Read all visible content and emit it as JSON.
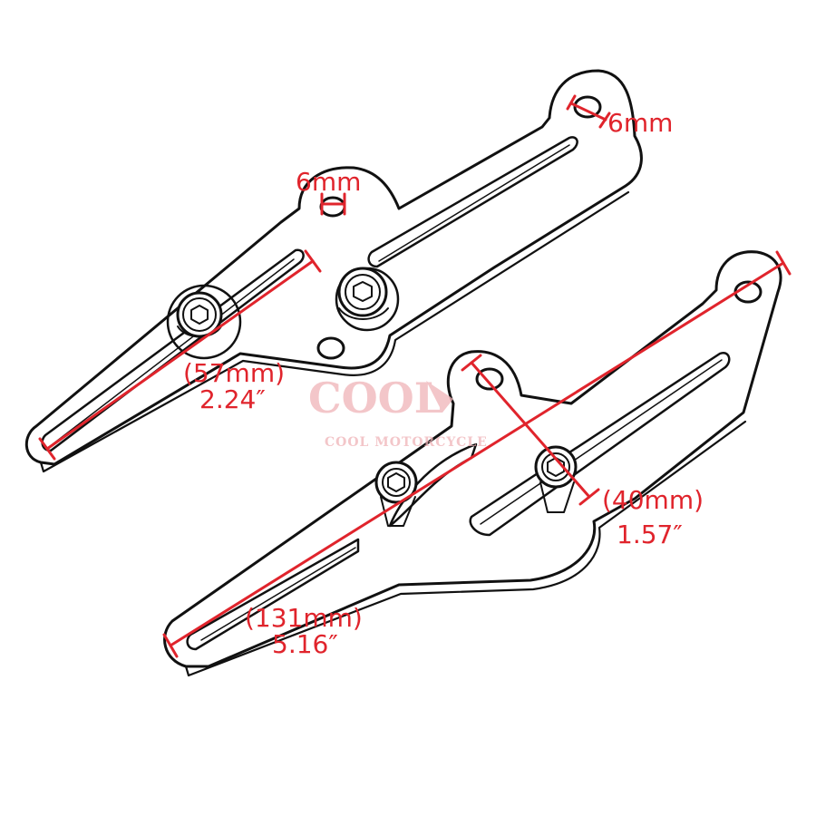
{
  "colors": {
    "dimension": "#e0242c",
    "outline": "#111111",
    "watermark": "#f0b3b8"
  },
  "watermark": {
    "logo_text": "COOL",
    "brand_text": "COOL MOTORCYCLE"
  },
  "dimensions": {
    "top_hole_upper": "6mm",
    "top_hole_lower": "6mm",
    "slot_length_mm": "(57mm)",
    "slot_length_in": "2.24″",
    "width_mm": "(40mm)",
    "width_in": "1.57″",
    "overall_length_mm": "(131mm)",
    "overall_length_in": "5.16″"
  }
}
